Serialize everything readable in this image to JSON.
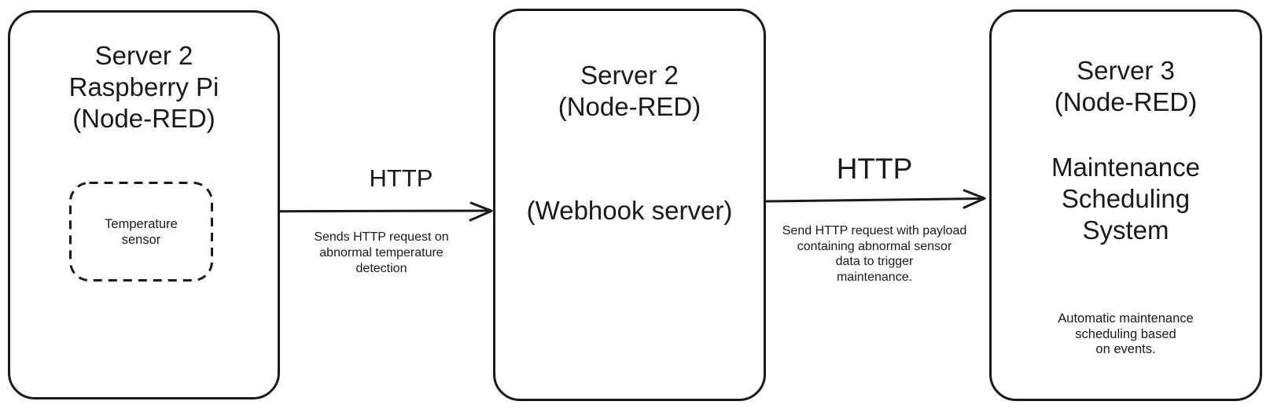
{
  "diagram": {
    "colors": {
      "background": "#ffffff",
      "ink": "#1a1a1a"
    },
    "nodes": [
      {
        "name": "server2-raspberry-pi",
        "title": "Server 2\nRaspberry Pi\n(Node-RED)",
        "inner_node": {
          "name": "temperature-sensor",
          "label": "Temperature\nsensor"
        }
      },
      {
        "name": "server2-webhook",
        "title": "Server 2\n(Node-RED)",
        "body": "(Webhook server)"
      },
      {
        "name": "server3-maintenance",
        "title": "Server 3\n(Node-RED)",
        "body": "Maintenance\nScheduling\nSystem",
        "note": "Automatic maintenance\nscheduling based\non events."
      }
    ],
    "edges": [
      {
        "name": "sensor-to-webhook",
        "label": "HTTP",
        "description": "Sends HTTP request on\nabnormal temperature\ndetection"
      },
      {
        "name": "webhook-to-maintenance",
        "label": "HTTP",
        "description": "Send HTTP request with payload\ncontaining abnormal sensor\ndata to trigger\nmaintenance."
      }
    ]
  }
}
